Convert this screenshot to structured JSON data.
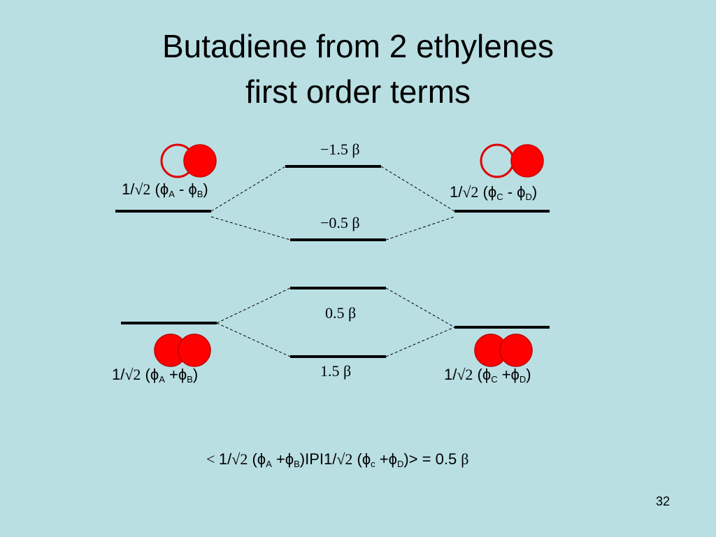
{
  "slide": {
    "title_line1": "Butadiene from 2 ethylenes",
    "title_line2": "first order terms",
    "page_number": "32"
  },
  "energies": {
    "e1": "−1.5 β",
    "e2": "−0.5 β",
    "e3": "0.5 β",
    "e4": "1.5 β"
  },
  "orbitals": {
    "left_antibonding": {
      "coef": "1/",
      "sqrt": "√2",
      "open": " (ϕ",
      "sub1": "A",
      "mid": " - ϕ",
      "sub2": "B",
      "close": ")"
    },
    "right_antibonding": {
      "coef": "1/",
      "sqrt": "√2",
      "open": " (ϕ",
      "sub1": "C",
      "mid": " - ϕ",
      "sub2": "D",
      "close": ")"
    },
    "left_bonding": {
      "coef": "1/",
      "sqrt": "√2",
      "open": " (ϕ",
      "sub1": "A",
      "mid": " +ϕ",
      "sub2": "B",
      "close": ")"
    },
    "right_bonding": {
      "coef": "1/",
      "sqrt": "√2",
      "open": " (ϕ",
      "sub1": "C",
      "mid": " +ϕ",
      "sub2": "D",
      "close": ")"
    }
  },
  "formula": {
    "lt": "< ",
    "p1": "1/",
    "sqrt1": "√2",
    "p2": " (ϕ",
    "s1": "A",
    "p3": " +ϕ",
    "s2": "B",
    "p4": ")IPI1/",
    "sqrt2": "√2",
    "p5": " (ϕ",
    "s3": "c",
    "p6": " +ϕ",
    "s4": "D",
    "p7": ")> = 0.5 ",
    "beta": "β"
  },
  "colors": {
    "background": "#b9dfe3",
    "lobe_fill": "#ff0000",
    "lobe_outline": "#e00000",
    "level_line": "#000000"
  }
}
